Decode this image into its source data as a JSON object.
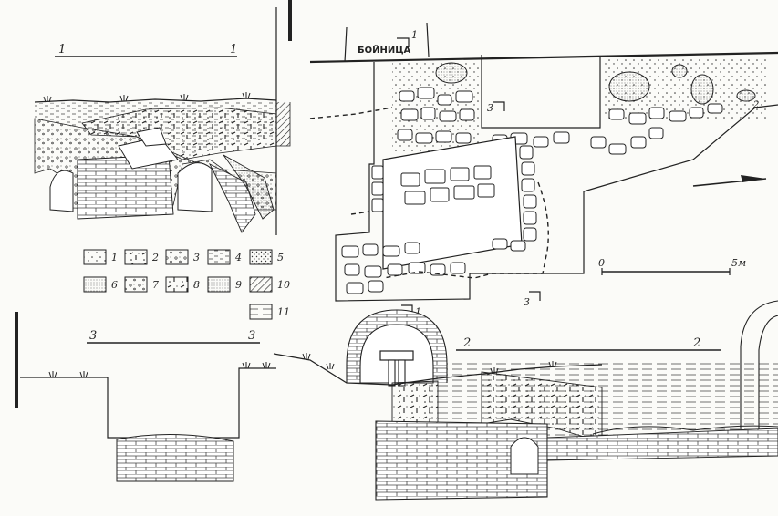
{
  "labels": {
    "loophole": "БОЙНИЦА",
    "section_1_left": "1",
    "section_1_right": "1",
    "section_2_left": "2",
    "section_2_right": "2",
    "section_3_left": "3",
    "section_3_right": "3",
    "plan_mark_1_top": "1",
    "plan_mark_1_bottom": "1",
    "plan_mark_3_top": "3",
    "plan_mark_3_bottom": "3",
    "plan_mark_2_right": "2"
  },
  "scale": {
    "zero": "0",
    "end": "5м"
  },
  "legend": [
    {
      "n": "1",
      "pattern": "sparse-dots"
    },
    {
      "n": "2",
      "pattern": "rubble-lines"
    },
    {
      "n": "3",
      "pattern": "small-pebbles"
    },
    {
      "n": "4",
      "pattern": "short-dashes"
    },
    {
      "n": "5",
      "pattern": "dense-dots"
    },
    {
      "n": "6",
      "pattern": "fine-stipple"
    },
    {
      "n": "7",
      "pattern": "stones"
    },
    {
      "n": "8",
      "pattern": "mixed"
    },
    {
      "n": "9",
      "pattern": "boulders"
    },
    {
      "n": "10",
      "pattern": "hatched-bar"
    },
    {
      "n": "11",
      "pattern": "horizontal-lines"
    }
  ]
}
